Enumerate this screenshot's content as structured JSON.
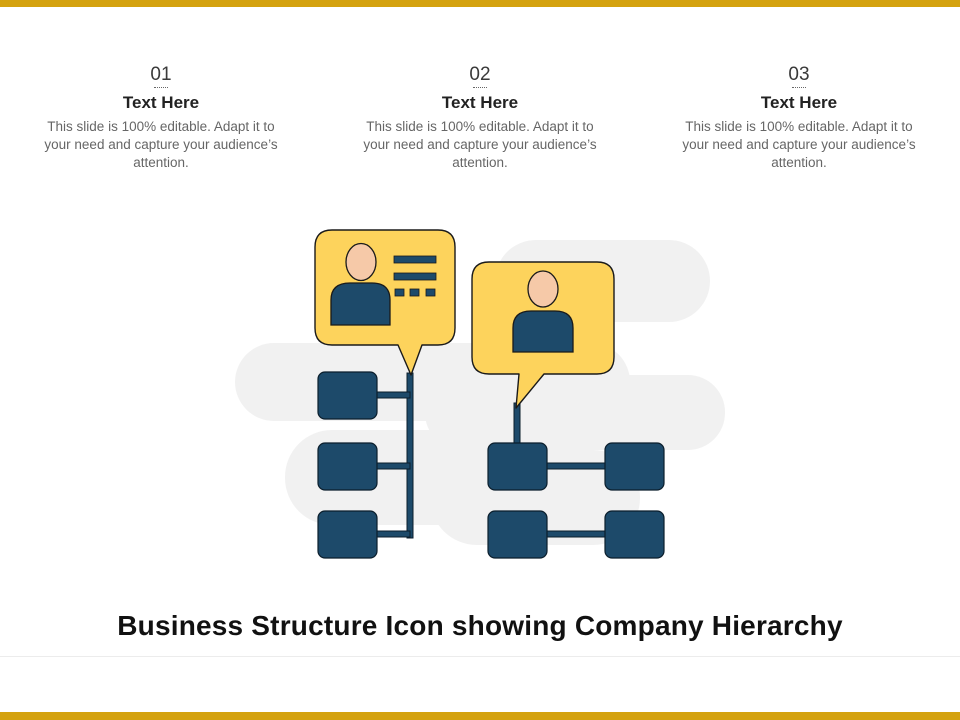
{
  "columns": [
    {
      "number": "01",
      "heading": "Text Here",
      "text": "This slide is 100% editable. Adapt it to your need and capture your audience’s attention."
    },
    {
      "number": "02",
      "heading": "Text Here",
      "text": "This slide is 100% editable. Adapt it to your need and capture your audience’s attention."
    },
    {
      "number": "03",
      "heading": "Text Here",
      "text": "This slide is 100% editable. Adapt it to your need and capture your audience’s attention."
    }
  ],
  "title": "Business Structure Icon showing Company Hierarchy",
  "colors": {
    "accent": "#d4a20f",
    "bubble": "#fdd35c",
    "node": "#1d4a6a",
    "skin": "#f6c9a8",
    "shadow": "#f1f1f1"
  }
}
